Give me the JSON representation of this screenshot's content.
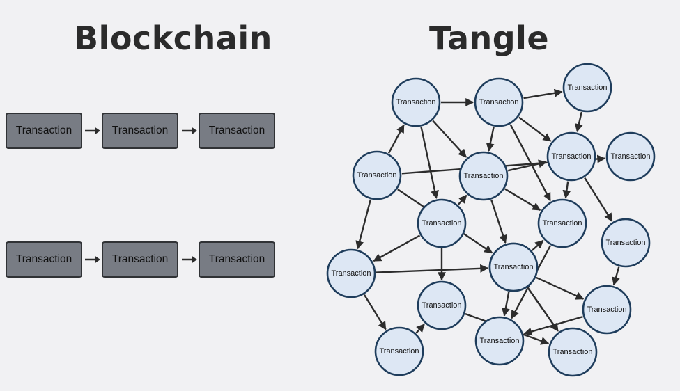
{
  "blockchain": {
    "title": "Blockchain",
    "chains": [
      {
        "blocks": [
          "Transaction",
          "Transaction",
          "Transaction"
        ]
      },
      {
        "blocks": [
          "Transaction",
          "Transaction",
          "Transaction"
        ]
      }
    ]
  },
  "tangle": {
    "title": "Tangle",
    "nodes": [
      {
        "id": "t1",
        "label": "Transaction"
      },
      {
        "id": "t2",
        "label": "Transaction"
      },
      {
        "id": "t3",
        "label": "Transaction"
      },
      {
        "id": "t4",
        "label": "Transaction"
      },
      {
        "id": "t5",
        "label": "Transaction"
      },
      {
        "id": "t6",
        "label": "Transaction"
      },
      {
        "id": "t7",
        "label": "Transaction"
      },
      {
        "id": "t8",
        "label": "Transaction"
      },
      {
        "id": "t9",
        "label": "Transaction"
      },
      {
        "id": "t10",
        "label": "Transaction"
      },
      {
        "id": "t11",
        "label": "Transaction"
      },
      {
        "id": "t12",
        "label": "Transaction"
      },
      {
        "id": "t13",
        "label": "Transaction"
      },
      {
        "id": "t14",
        "label": "Transaction"
      },
      {
        "id": "t15",
        "label": "Transaction"
      },
      {
        "id": "t16",
        "label": "Transaction"
      },
      {
        "id": "t17",
        "label": "Transaction"
      },
      {
        "id": "t18",
        "label": "Transaction"
      }
    ],
    "edges": [
      [
        "t1",
        "t2"
      ],
      [
        "t2",
        "t3"
      ],
      [
        "t2",
        "t4"
      ],
      [
        "t1",
        "t6"
      ],
      [
        "t2",
        "t6"
      ],
      [
        "t1",
        "t8"
      ],
      [
        "t5",
        "t1"
      ],
      [
        "t5",
        "t7"
      ],
      [
        "t5",
        "t10"
      ],
      [
        "t5",
        "t11"
      ],
      [
        "t6",
        "t4"
      ],
      [
        "t6",
        "t9"
      ],
      [
        "t6",
        "t12"
      ],
      [
        "t8",
        "t6"
      ],
      [
        "t8",
        "t10"
      ],
      [
        "t8",
        "t13"
      ],
      [
        "t4",
        "t9"
      ],
      [
        "t4",
        "t14"
      ],
      [
        "t3",
        "t4"
      ],
      [
        "t14",
        "t15"
      ],
      [
        "t15",
        "t16"
      ],
      [
        "t12",
        "t9"
      ],
      [
        "t12",
        "t11"
      ],
      [
        "t12",
        "t16"
      ],
      [
        "t12",
        "t18"
      ],
      [
        "t9",
        "t16"
      ],
      [
        "t10",
        "t11"
      ],
      [
        "t10",
        "t17"
      ],
      [
        "t11",
        "t15"
      ],
      [
        "t11",
        "t18"
      ],
      [
        "t17",
        "t13"
      ],
      [
        "t13",
        "t18"
      ],
      [
        "t2",
        "t9"
      ],
      [
        "t11",
        "t12"
      ]
    ]
  }
}
